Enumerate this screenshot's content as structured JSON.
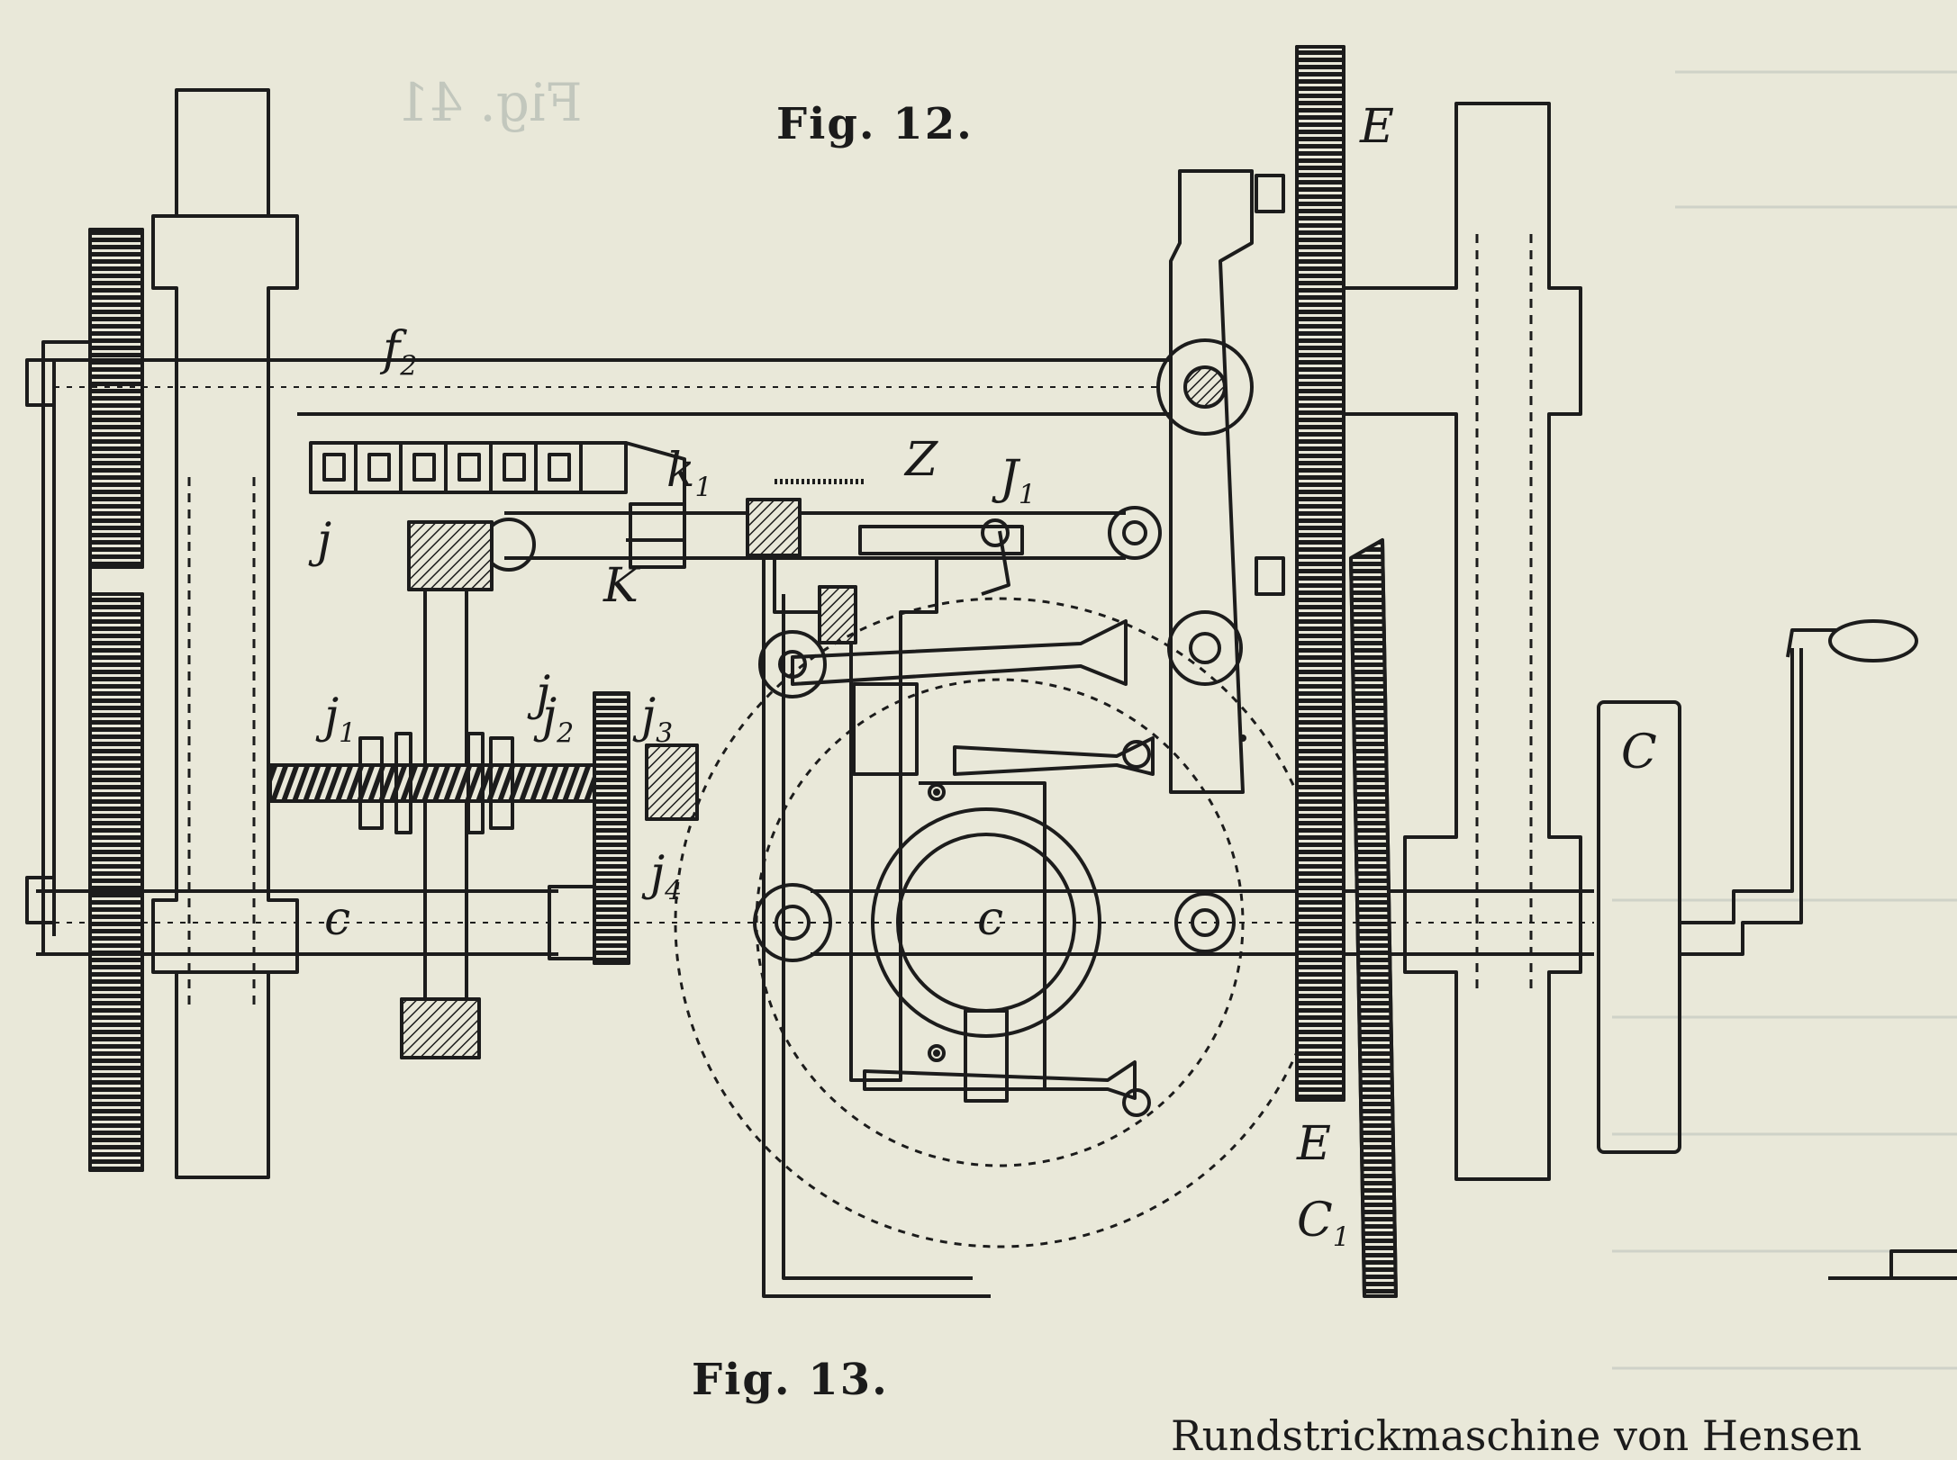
{
  "figures": {
    "fig12_caption": "Fig. 12.",
    "fig13_caption": "Fig. 13."
  },
  "labels": {
    "f2": {
      "letter": "f",
      "sub": "2"
    },
    "k1": {
      "letter": "k",
      "sub": "1"
    },
    "Z": {
      "letter": "Z"
    },
    "J_upper": {
      "letter": "J",
      "sub": "1"
    },
    "j": {
      "letter": "j"
    },
    "K": {
      "letter": "K"
    },
    "j1": {
      "letter": "j",
      "sub": "1"
    },
    "j_mid": {
      "letter": "j"
    },
    "j2": {
      "letter": "j",
      "sub": "2"
    },
    "j3": {
      "letter": "j",
      "sub": "3"
    },
    "j4": {
      "letter": "j",
      "sub": "4"
    },
    "c_left": {
      "letter": "c"
    },
    "c_center": {
      "letter": "c"
    },
    "E_top": {
      "letter": "E"
    },
    "E_bottom": {
      "letter": "E"
    },
    "C1": {
      "letter": "C",
      "sub": "1"
    },
    "C_crank": {
      "letter": "C"
    }
  },
  "bleed_through": {
    "mirrored_caption": "Fig. 41"
  },
  "footer": {
    "running_title": "Rundstrickmaschine von Hensen"
  },
  "colors": {
    "paper": "#e9e8d9",
    "ink": "#1b1b1b",
    "bleed": "#b6bcb4"
  }
}
